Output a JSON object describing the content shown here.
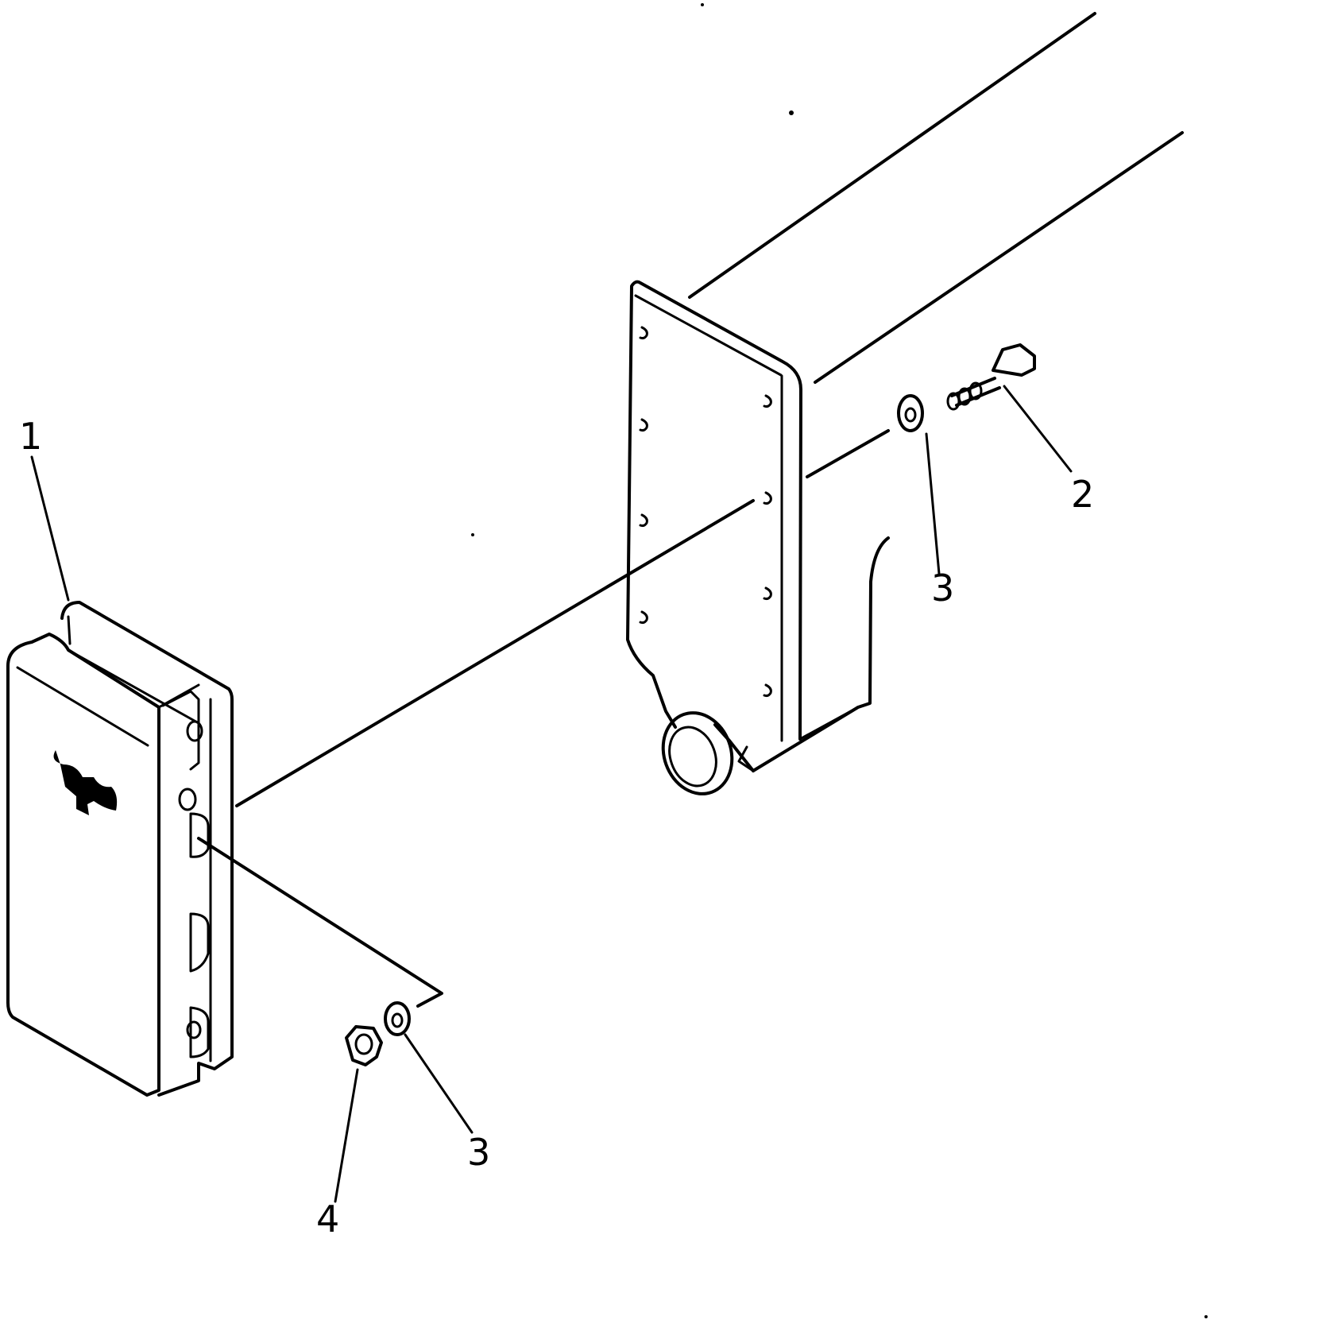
{
  "callouts": {
    "part_1": "1",
    "part_2": "2",
    "part_3_upper": "3",
    "part_3_lower": "3",
    "part_4": "4"
  }
}
